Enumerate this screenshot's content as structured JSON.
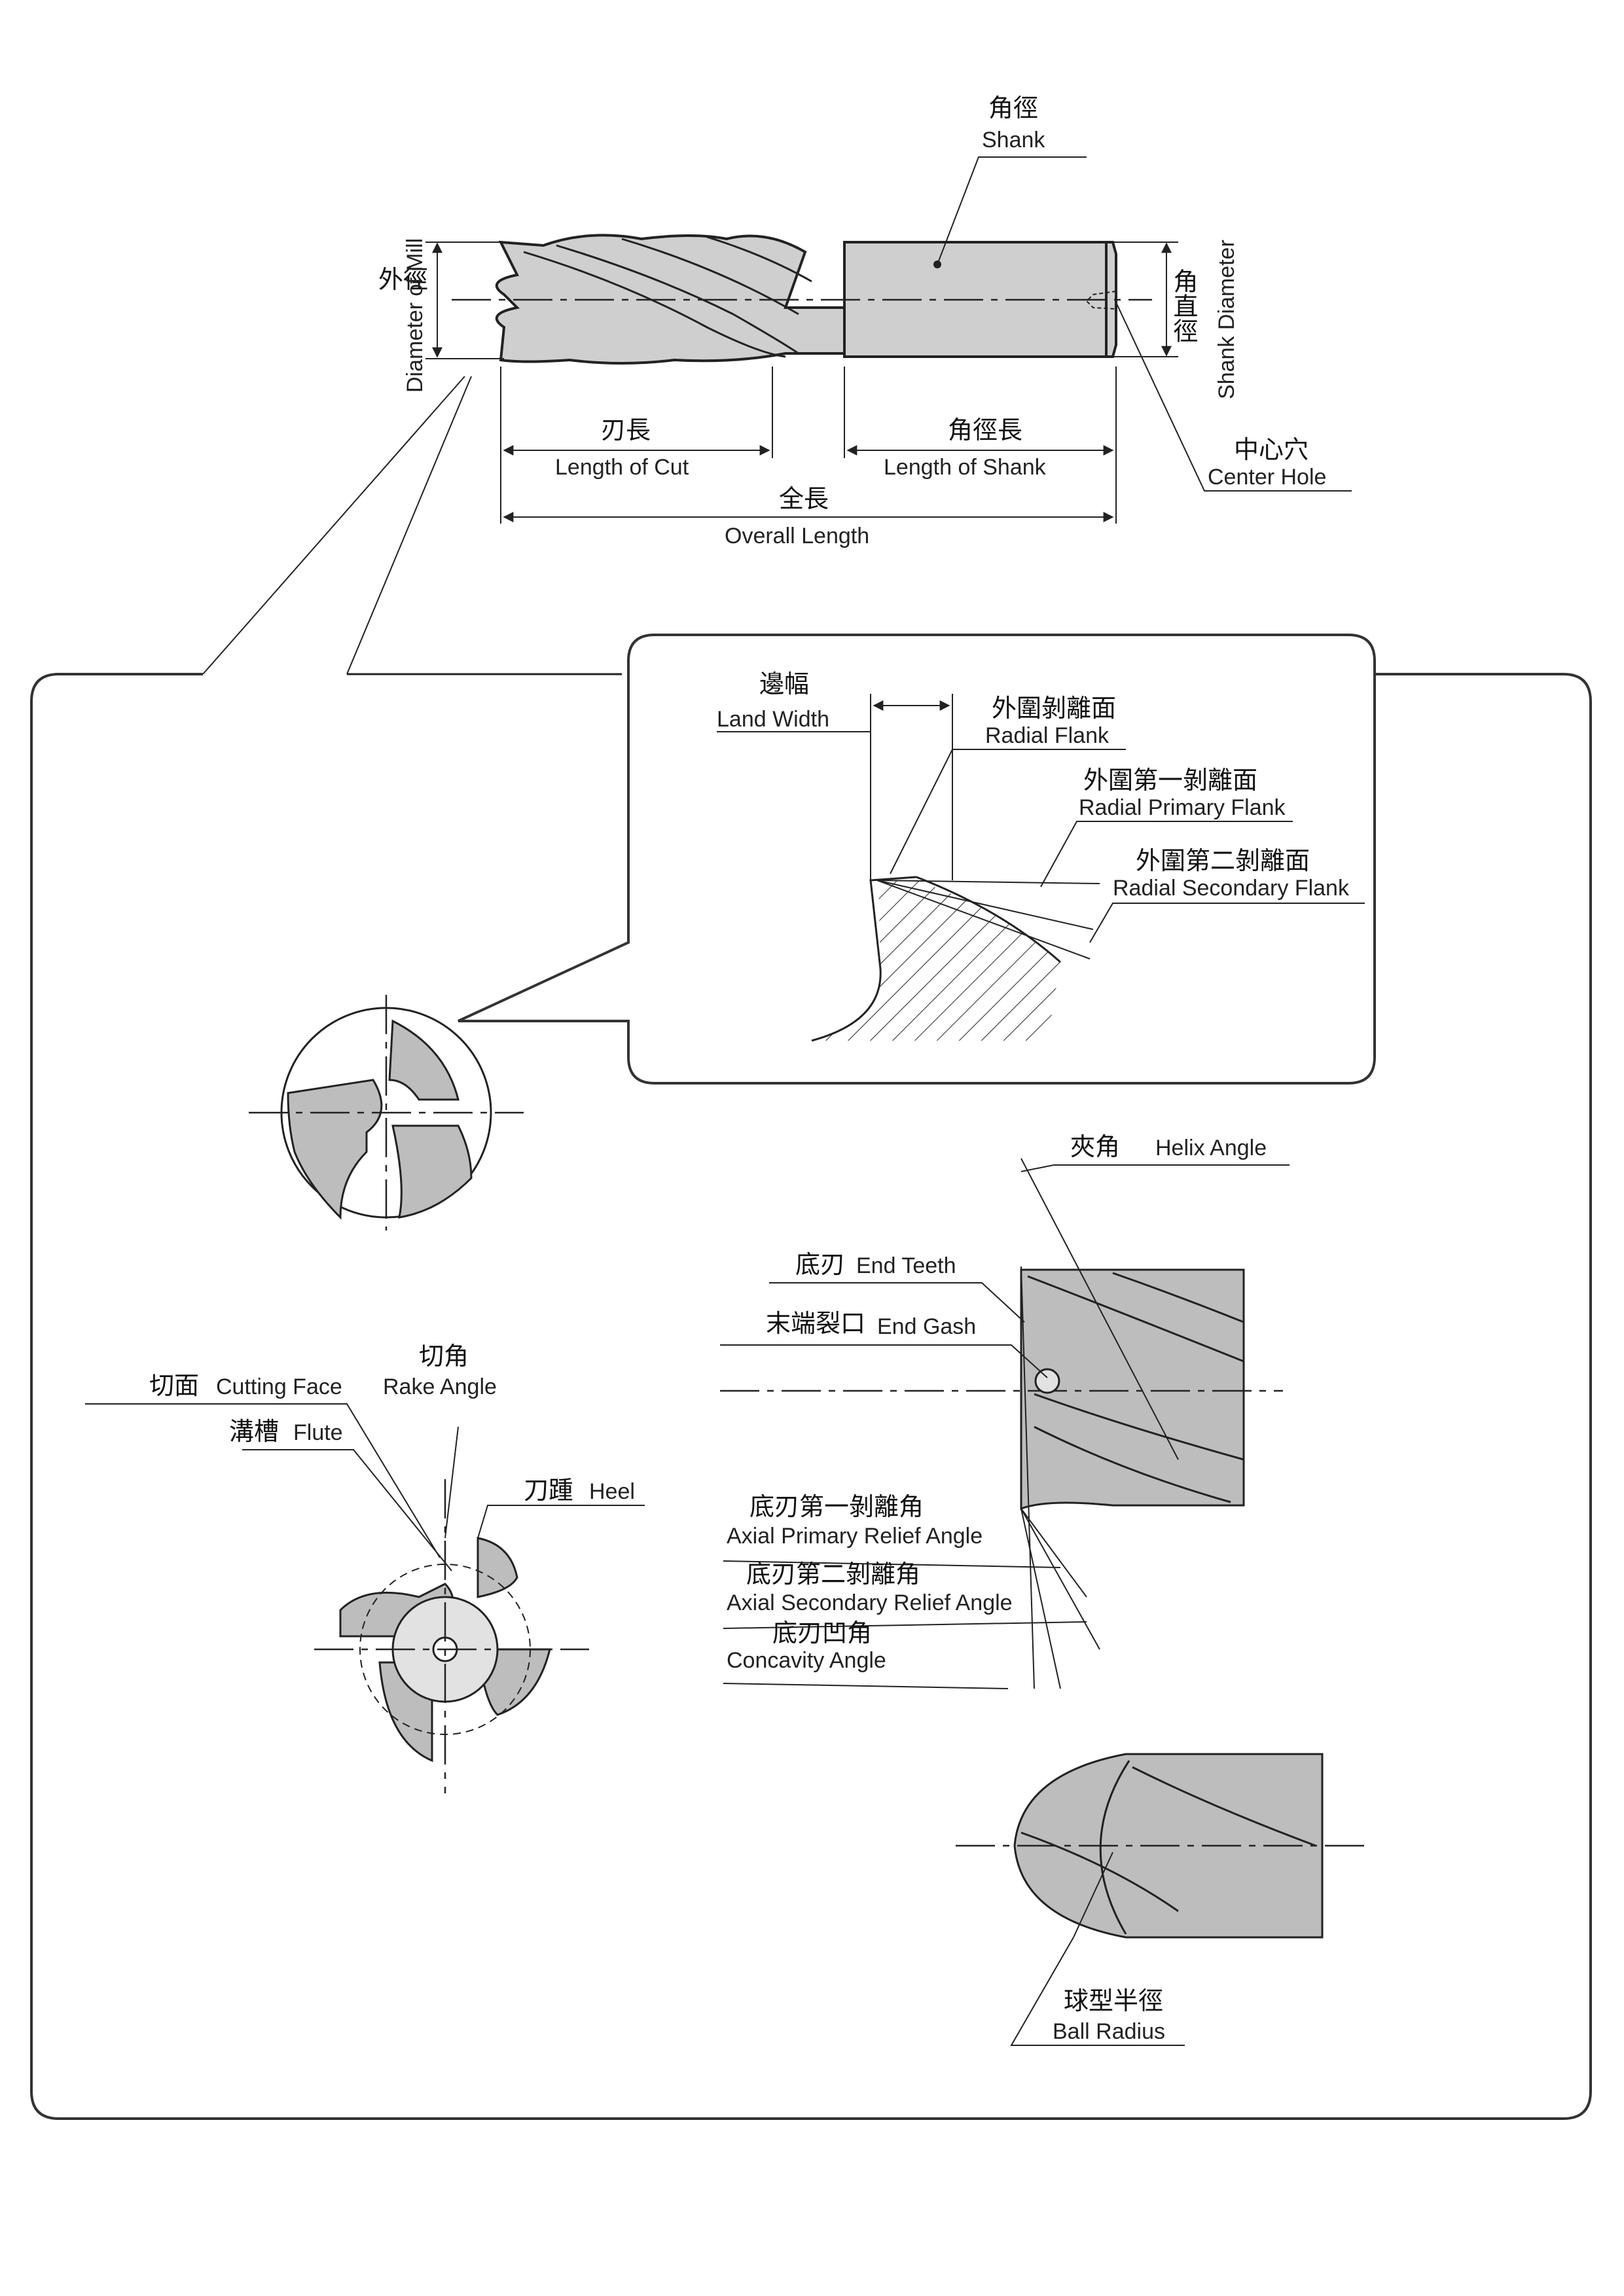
{
  "top_diagram": {
    "shank": {
      "zh": "角徑",
      "en": "Shank"
    },
    "diameter_of_mill": {
      "zh": "外徑",
      "en": "Diameter of Mill"
    },
    "shank_diameter": {
      "zh": "角直徑",
      "en": "Shank Diameter"
    },
    "length_of_cut": {
      "zh": "刃長",
      "en": "Length of Cut"
    },
    "length_of_shank": {
      "zh": "角徑長",
      "en": "Length of Shank"
    },
    "overall_length": {
      "zh": "全長",
      "en": "Overall Length"
    },
    "center_hole": {
      "zh": "中心穴",
      "en": "Center Hole"
    }
  },
  "flank_detail": {
    "land_width": {
      "zh": "邊幅",
      "en": "Land Width"
    },
    "radial_flank": {
      "zh": "外圍剝離面",
      "en": "Radial Flank"
    },
    "radial_primary_flank": {
      "zh": "外圍第一剝離面",
      "en": "Radial Primary Flank"
    },
    "radial_secondary_flank": {
      "zh": "外圍第二剝離面",
      "en": "Radial Secondary Flank"
    }
  },
  "end_view": {
    "rake_angle": {
      "zh": "切角",
      "en": "Rake Angle"
    },
    "cutting_face": {
      "zh": "切面",
      "en": "Cutting Face"
    },
    "flute": {
      "zh": "溝槽",
      "en": "Flute"
    },
    "heel": {
      "zh": "刀踵",
      "en": "Heel"
    }
  },
  "side_view": {
    "helix_angle": {
      "zh": "夾角",
      "en": "Helix Angle"
    },
    "end_teeth": {
      "zh": "底刃",
      "en": "End Teeth"
    },
    "end_gash": {
      "zh": "末端裂口",
      "en": "End Gash"
    },
    "axial_primary": {
      "zh": "底刃第一剝離角",
      "en": "Axial Primary Relief Angle"
    },
    "axial_secondary": {
      "zh": "底刃第二剝離角",
      "en": "Axial Secondary Relief Angle"
    },
    "concavity": {
      "zh": "底刃凹角",
      "en": "Concavity Angle"
    }
  },
  "ball_view": {
    "ball_radius": {
      "zh": "球型半徑",
      "en": "Ball Radius"
    }
  },
  "colors": {
    "tool_fill": "#cfcfcf",
    "line": "#222222",
    "background": "#ffffff"
  }
}
